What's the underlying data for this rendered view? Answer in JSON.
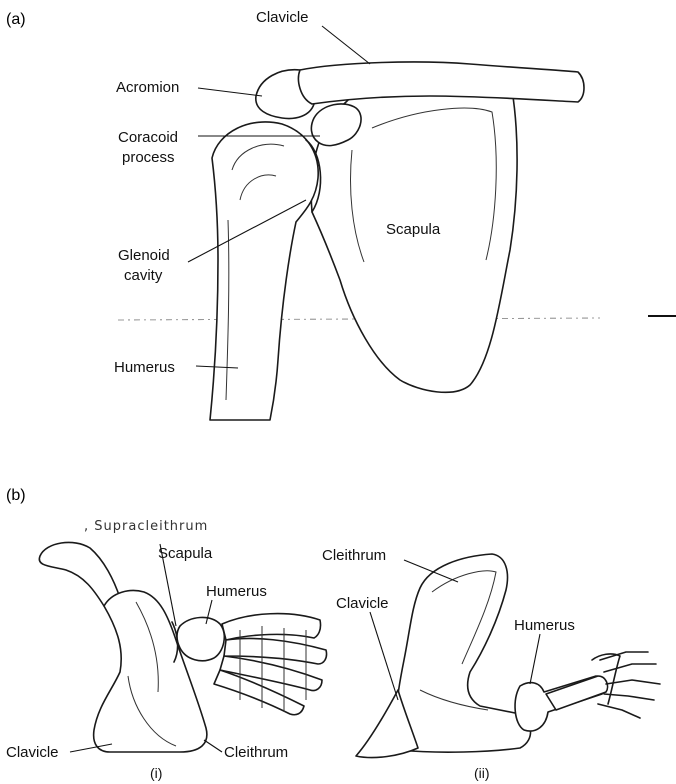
{
  "panel_a": {
    "tag": "(a)",
    "labels": {
      "clavicle": "Clavicle",
      "acromion": "Acromion",
      "coracoid_1": "Coracoid",
      "coracoid_2": "process",
      "glenoid_1": "Glenoid",
      "glenoid_2": "cavity",
      "scapula": "Scapula",
      "humerus": "Humerus"
    }
  },
  "panel_b": {
    "tag": "(b)",
    "sub_i": {
      "tag": "(i)",
      "labels": {
        "supracleithrum": ", Supracleithrum",
        "scapula": "Scapula",
        "humerus": "Humerus",
        "clavicle": "Clavicle",
        "cleithrum": "Cleithrum"
      }
    },
    "sub_ii": {
      "tag": "(ii)",
      "labels": {
        "cleithrum": "Cleithrum",
        "clavicle": "Clavicle",
        "humerus": "Humerus"
      }
    }
  }
}
